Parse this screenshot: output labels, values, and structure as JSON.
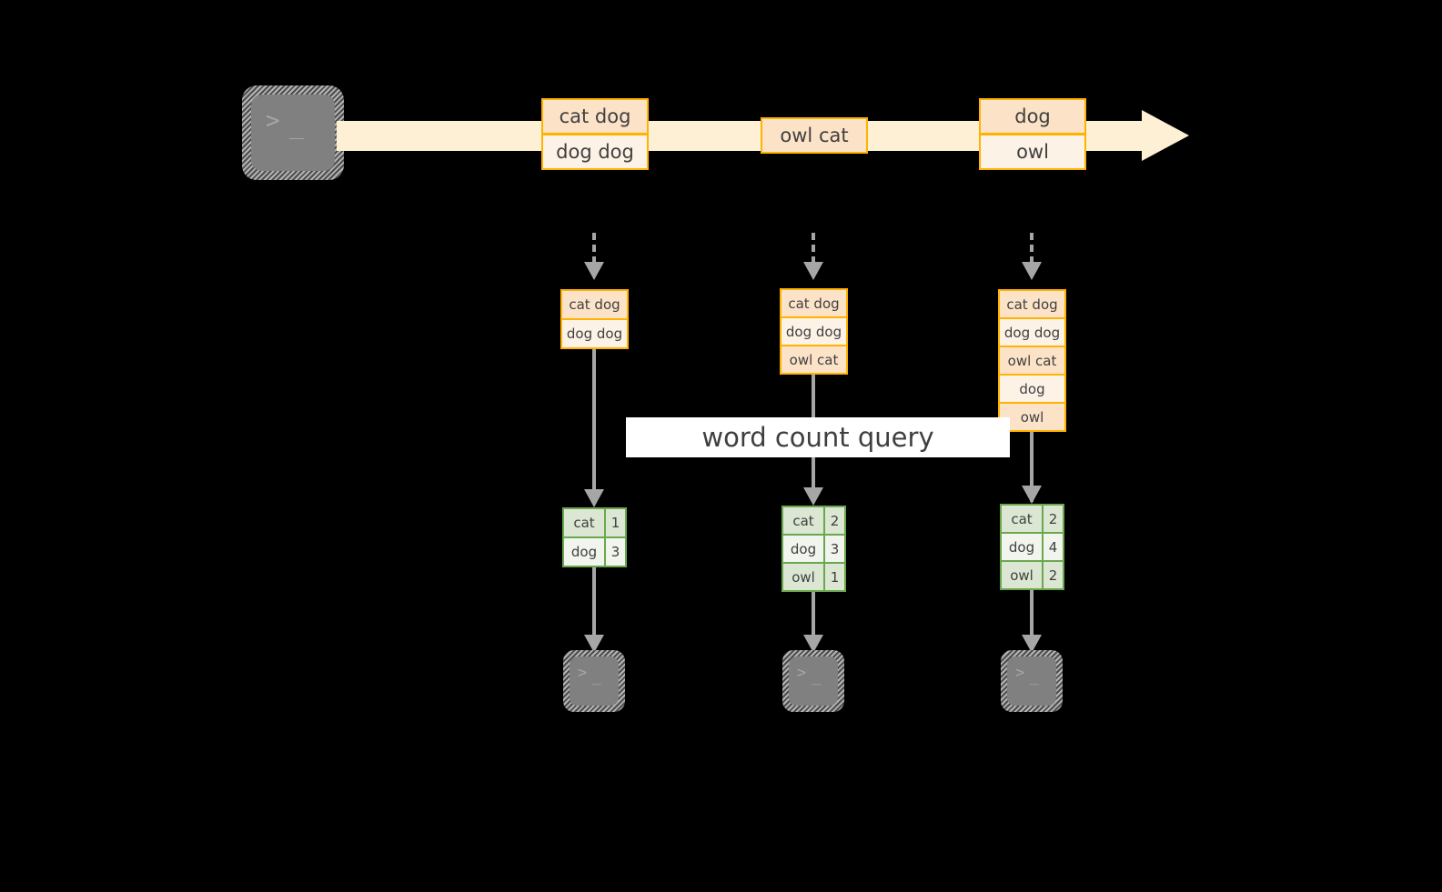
{
  "diagram": {
    "title": "word count query",
    "colors": {
      "background": "#000000",
      "stream_band": "#fdf0d5",
      "message_border": "#ffb300",
      "message_fill_dark": "#fce3c8",
      "message_fill_light": "#fdf2e6",
      "result_border": "#6aa84f",
      "result_fill_dark": "#dbe7d3",
      "result_fill_light": "#f1f5ee",
      "connector": "#a6a6a6",
      "terminal_fill": "#808080",
      "label_background": "#ffffff"
    }
  },
  "producer": {
    "icon": "terminal-icon",
    "glyph_prompt": ">",
    "glyph_cursor": "_"
  },
  "stream": {
    "name": "input-stream",
    "arrow_direction": "right",
    "messages": [
      {
        "id": "m1",
        "lines": [
          {
            "text": "cat dog",
            "shade": "dark"
          },
          {
            "text": "dog dog",
            "shade": "light"
          }
        ]
      },
      {
        "id": "m2",
        "lines": [
          {
            "text": "owl cat",
            "shade": "dark"
          }
        ]
      },
      {
        "id": "m3",
        "lines": [
          {
            "text": "dog",
            "shade": "dark"
          },
          {
            "text": "owl",
            "shade": "light"
          }
        ]
      }
    ]
  },
  "snapshots": [
    {
      "id": "t1",
      "accumulated": [
        {
          "text": "cat dog",
          "shade": "dark"
        },
        {
          "text": "dog dog",
          "shade": "light"
        }
      ],
      "result": {
        "rows": [
          {
            "key": "cat",
            "value": "1",
            "shade": "dark"
          },
          {
            "key": "dog",
            "value": "3",
            "shade": "light"
          }
        ]
      },
      "consumer": {
        "icon": "terminal-icon",
        "glyph_prompt": ">",
        "glyph_cursor": "_"
      }
    },
    {
      "id": "t2",
      "accumulated": [
        {
          "text": "cat dog",
          "shade": "dark"
        },
        {
          "text": "dog dog",
          "shade": "light"
        },
        {
          "text": "owl cat",
          "shade": "dark"
        }
      ],
      "result": {
        "rows": [
          {
            "key": "cat",
            "value": "2",
            "shade": "dark"
          },
          {
            "key": "dog",
            "value": "3",
            "shade": "light"
          },
          {
            "key": "owl",
            "value": "1",
            "shade": "dark"
          }
        ]
      },
      "consumer": {
        "icon": "terminal-icon",
        "glyph_prompt": ">",
        "glyph_cursor": "_"
      }
    },
    {
      "id": "t3",
      "accumulated": [
        {
          "text": "cat dog",
          "shade": "dark"
        },
        {
          "text": "dog dog",
          "shade": "light"
        },
        {
          "text": "owl cat",
          "shade": "dark"
        },
        {
          "text": "dog",
          "shade": "light"
        },
        {
          "text": "owl",
          "shade": "dark"
        }
      ],
      "result": {
        "rows": [
          {
            "key": "cat",
            "value": "2",
            "shade": "dark"
          },
          {
            "key": "dog",
            "value": "4",
            "shade": "light"
          },
          {
            "key": "owl",
            "value": "2",
            "shade": "dark"
          }
        ]
      },
      "consumer": {
        "icon": "terminal-icon",
        "glyph_prompt": ">",
        "glyph_cursor": "_"
      }
    }
  ]
}
